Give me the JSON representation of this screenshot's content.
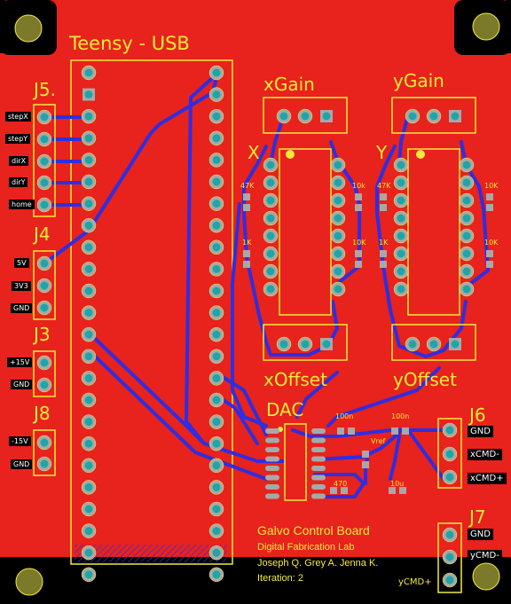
{
  "colors": {
    "board": "#e8221c",
    "trace": "#2f2ee0",
    "silk": "#f4ea3a",
    "pad": "#a8a8a8",
    "via": "#1ea6a6",
    "hole": "#7a7a2a",
    "black": "#000000",
    "white": "#ffffff"
  },
  "title": "Teensy - USB",
  "headers": {
    "j5": {
      "name": "J5.",
      "pins": [
        "stepX",
        "stepY",
        "dirX",
        "dirY",
        "home"
      ]
    },
    "j4": {
      "name": "J4",
      "pins": [
        "5V",
        "3V3",
        "GND"
      ]
    },
    "j3": {
      "name": "J3",
      "pins": [
        "+15V",
        "GND"
      ]
    },
    "j8": {
      "name": "J8",
      "pins": [
        "-15V",
        "GND"
      ]
    },
    "j6": {
      "name": "J6",
      "pins": [
        "GND",
        "xCMD-",
        "xCMD+"
      ]
    },
    "j7": {
      "name": "J7",
      "pins": [
        "GND",
        "yCMD-",
        "yCMD+"
      ]
    }
  },
  "pots": {
    "xgain": "xGain",
    "ygain": "yGain",
    "xoffset": "xOffset",
    "yoffset": "yOffset"
  },
  "amps": {
    "x": "X",
    "y": "Y"
  },
  "dac": "DAC",
  "components": {
    "r47k_a": "47K",
    "r10k_a": "10k",
    "r1k_a": "1K",
    "r10k_b": "10K",
    "r47k_b": "47K",
    "r10k_c": "10K",
    "r1k_b": "1K",
    "r10k_d": "10K",
    "c100n_a": "100n",
    "c100n_b": "100n",
    "vref": "Vref",
    "r470": "470",
    "c10u": "10u"
  },
  "credits": {
    "title": "Galvo Control Board",
    "lab": "Digital Fabrication Lab",
    "authors": "Joseph Q. Grey A. Jenna K.",
    "iteration": "Iteration: 2"
  }
}
